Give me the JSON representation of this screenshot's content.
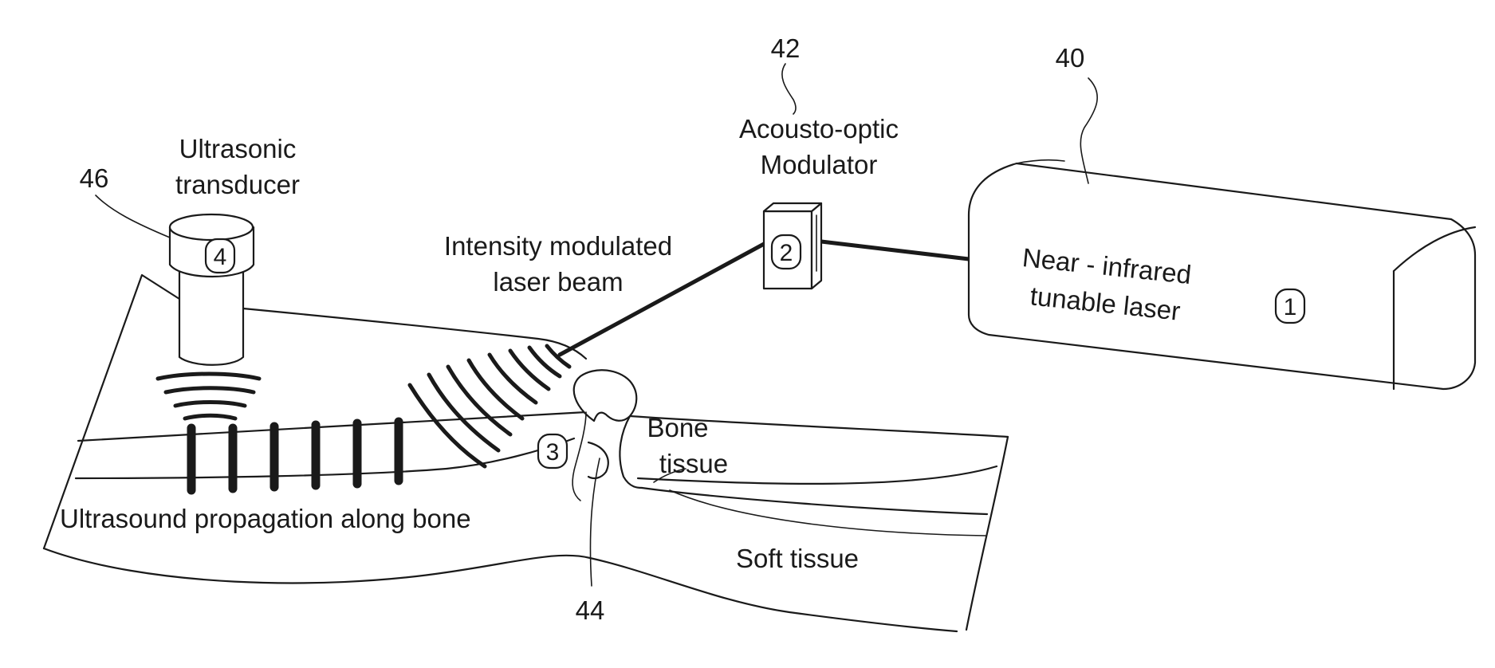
{
  "labels": {
    "ultrasonic_transducer_line1": "Ultrasonic",
    "ultrasonic_transducer_line2": "transducer",
    "acousto_optic_line1": "Acousto-optic",
    "acousto_optic_line2": "Modulator",
    "intensity_line1": "Intensity modulated",
    "intensity_line2": "laser beam",
    "laser_line1": "Near - infrared",
    "laser_line2": "tunable laser",
    "bone_line1": "Bone",
    "bone_line2": "tissue",
    "ultrasound_propagation": "Ultrasound propagation along bone",
    "soft_tissue": "Soft tissue"
  },
  "reference_numerals": {
    "laser": "40",
    "modulator": "42",
    "fracture": "44",
    "transducer": "46"
  },
  "circled_numbers": {
    "laser": "1",
    "modulator": "2",
    "fracture_site": "3",
    "transducer": "4"
  },
  "colors": {
    "stroke": "#1a1a1a",
    "background": "#ffffff"
  }
}
